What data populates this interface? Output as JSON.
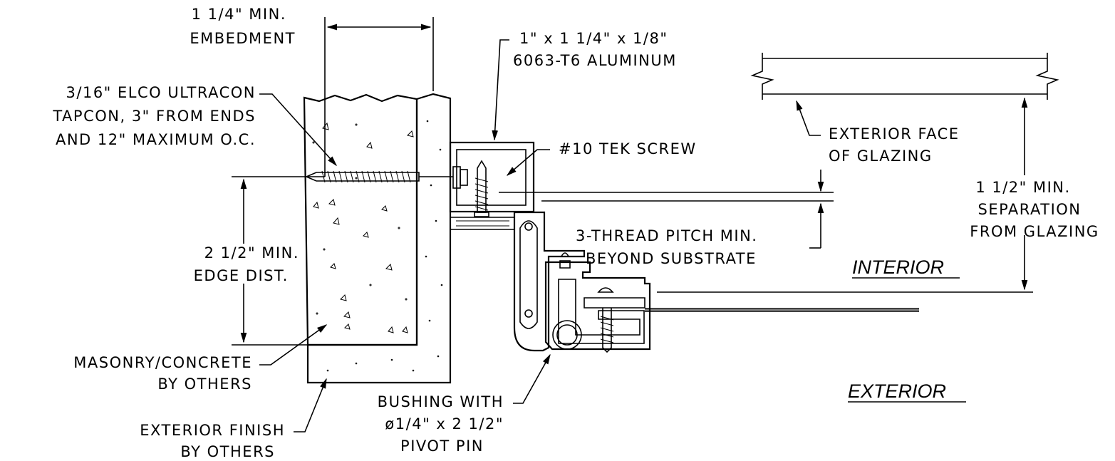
{
  "labels": {
    "embedment": [
      "1 1/4\" MIN.",
      "EMBEDMENT"
    ],
    "anchor": [
      "3/16\" ELCO ULTRACON",
      "TAPCON, 3\" FROM ENDS",
      "AND 12\" MAXIMUM O.C."
    ],
    "edge_dist": [
      "2 1/2\" MIN.",
      "EDGE DIST."
    ],
    "masonry": [
      "MASONRY/CONCRETE",
      "BY OTHERS"
    ],
    "finish": [
      "EXTERIOR FINISH",
      "BY OTHERS"
    ],
    "tube": [
      "1\" x 1 1/4\" x 1/8\"",
      "6063-T6 ALUMINUM"
    ],
    "tek": [
      "#10 TEK SCREW"
    ],
    "thread": [
      "3-THREAD PITCH MIN.",
      "BEYOND SUBSTRATE"
    ],
    "bushing": [
      "BUSHING WITH",
      "ø1/4\" x 2 1/2\"",
      "PIVOT PIN"
    ],
    "glazing_face": [
      "EXTERIOR FACE",
      "OF GLAZING"
    ],
    "separation": [
      "1 1/2\" MIN.",
      "SEPARATION",
      "FROM GLAZING"
    ],
    "interior": "INTERIOR",
    "exterior": "EXTERIOR"
  },
  "colors": {
    "line": "#000000",
    "background": "#ffffff"
  }
}
